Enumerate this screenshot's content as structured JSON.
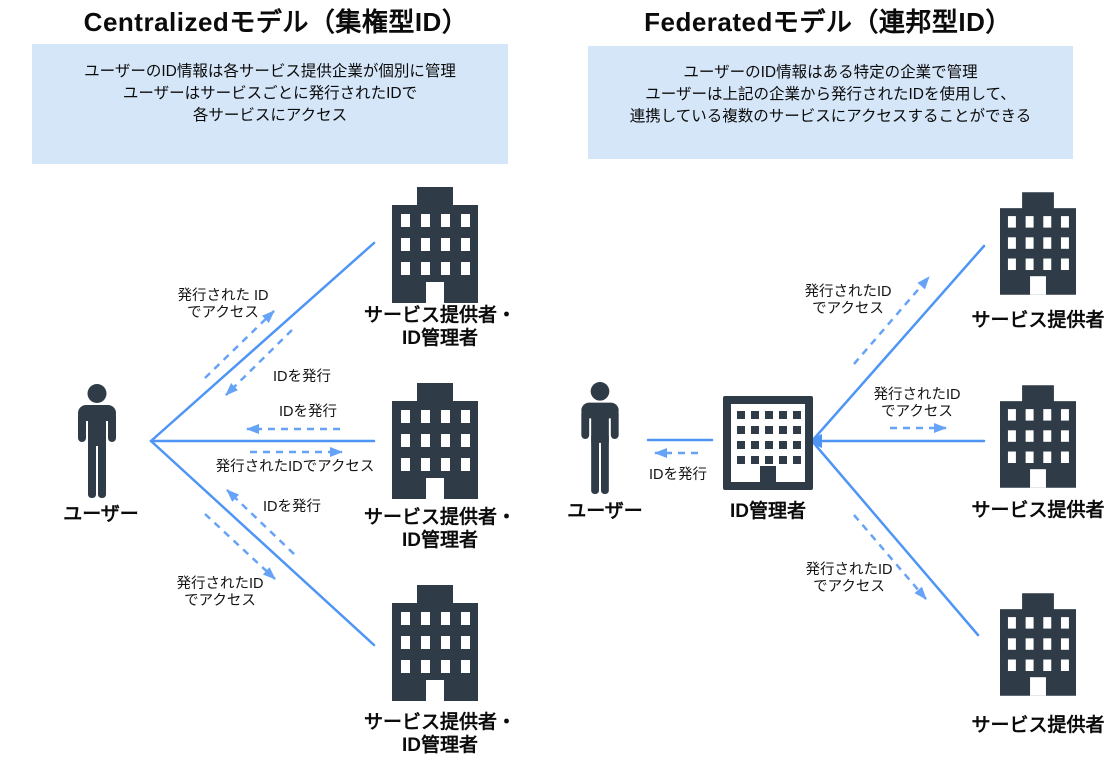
{
  "colors": {
    "line_blue": "#4e95f5",
    "dashed_blue": "#66a3f6",
    "icon_dark": "#2f3c47",
    "info_box_bg": "#d5e6f8"
  },
  "left_panel": {
    "title": "Centralizedモデル（集権型ID）",
    "info": {
      "lines": [
        "ユーザーのID情報は各サービス提供企業が個別に管理",
        "ユーザーはサービスごとに発行されたIDで",
        "各サービスにアクセス"
      ]
    },
    "user": {
      "label": "ユーザー"
    },
    "providers": [
      {
        "name": [
          "サービス提供者・",
          "ID管理者"
        ]
      },
      {
        "name": [
          "サービス提供者・",
          "ID管理者"
        ]
      },
      {
        "name": [
          "サービス提供者・",
          "ID管理者"
        ]
      }
    ],
    "flows": {
      "top": {
        "access": [
          "発行された ID",
          "でアクセス"
        ],
        "issue": "IDを発行"
      },
      "middle": {
        "issue": "IDを発行",
        "access": "発行されたIDでアクセス"
      },
      "bottom": {
        "issue": "IDを発行",
        "access": [
          "発行されたID",
          "でアクセス"
        ]
      }
    }
  },
  "right_panel": {
    "title": "Federatedモデル（連邦型ID）",
    "info": {
      "lines": [
        "ユーザーのID情報はある特定の企業で管理",
        "ユーザーは上記の企業から発行されたIDを使用して、",
        "連携している複数のサービスにアクセスすることができる"
      ]
    },
    "user": {
      "label": "ユーザー"
    },
    "id_manager": {
      "label": "ID管理者"
    },
    "providers": [
      {
        "name": "サービス提供者"
      },
      {
        "name": "サービス提供者"
      },
      {
        "name": "サービス提供者"
      }
    ],
    "flows": {
      "issue": "IDを発行",
      "top_access": [
        "発行されたID",
        "でアクセス"
      ],
      "middle_access": [
        "発行されたID",
        "でアクセス"
      ],
      "bottom_access": [
        "発行されたID",
        "でアクセス"
      ]
    }
  }
}
